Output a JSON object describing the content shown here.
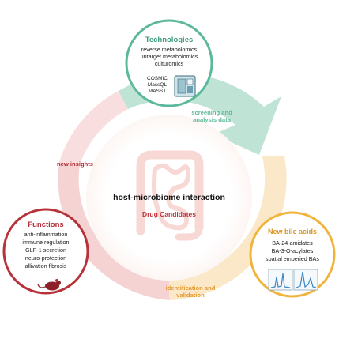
{
  "center": {
    "title": "host-microbiome interaction",
    "subtitle": "Drug Candidates"
  },
  "technologies": {
    "title": "Technologies",
    "items": [
      "reverse metabolomics",
      "untarget metabolomics",
      "culturomics"
    ],
    "tools": [
      "COSMIC",
      "MassQL",
      "MASST"
    ],
    "color": "#5bb89c"
  },
  "new_bile_acids": {
    "title": "New bile acids",
    "items": [
      "BA-24-amidates",
      "BA-3-O-acylates",
      "spatial emperied BAs"
    ],
    "color": "#f0b43c"
  },
  "functions": {
    "title": "Functions",
    "items": [
      "anti-inflammation",
      "immune regulation",
      "GLP-1 secretion",
      "neuro-protection",
      "allivation fibrosis"
    ],
    "color": "#b8323a"
  },
  "arrows": {
    "screening": "screening and analysis data",
    "identification": "identification and validation",
    "insights": "new insights"
  },
  "colors": {
    "green_arc": "#bfe4d5",
    "yellow_arc": "#fbe8c8",
    "red_arc": "#f6d3d3",
    "intestine": "#f2b9b4",
    "label_green": "#5fb89a",
    "label_orange": "#e39a2d",
    "label_red": "#b52a33"
  }
}
